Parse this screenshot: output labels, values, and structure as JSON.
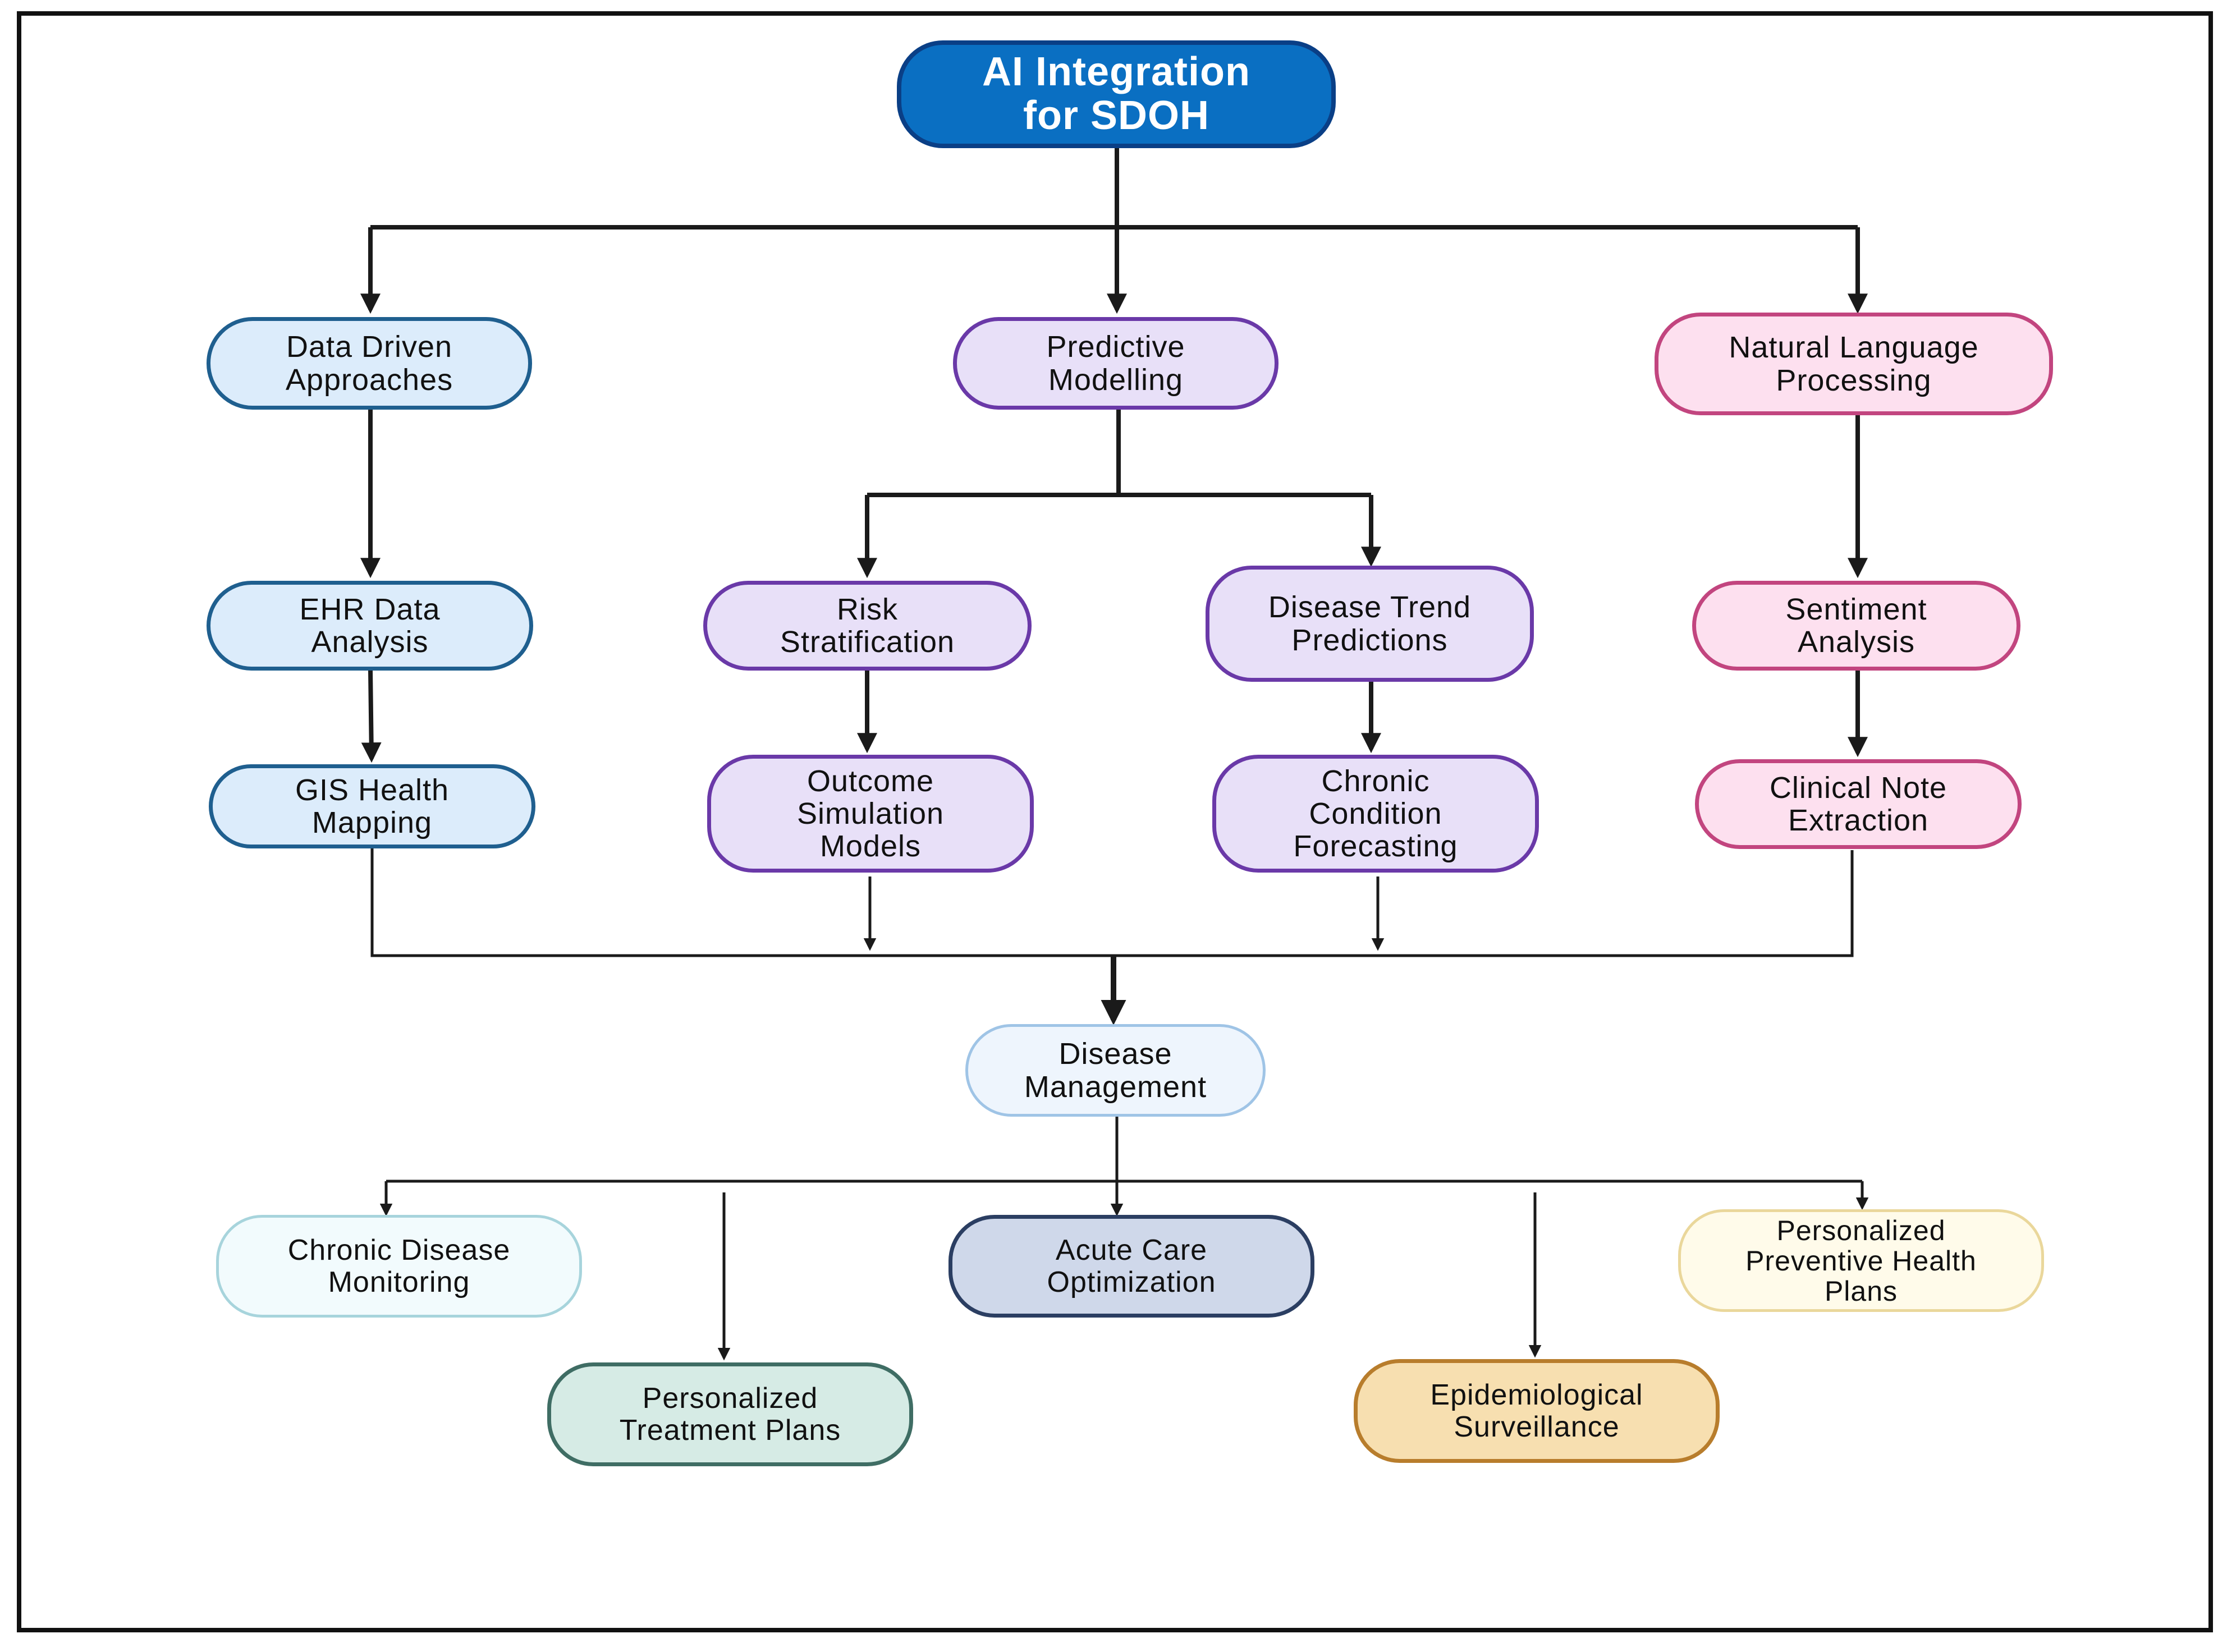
{
  "diagram": {
    "root": "AI Integration\nfor SDOH",
    "branches": {
      "data_driven": {
        "label": "Data Driven\nApproaches",
        "children": [
          "EHR Data\nAnalysis",
          "GIS Health\nMapping"
        ]
      },
      "predictive": {
        "label": "Predictive\nModelling",
        "children": [
          "Risk\nStratification",
          "Outcome\nSimulation\nModels",
          "Disease Trend\nPredictions",
          "Chronic\nCondition\nForecasting"
        ]
      },
      "nlp": {
        "label": "Natural Language\nProcessing",
        "children": [
          "Sentiment\nAnalysis",
          "Clinical Note\nExtraction"
        ]
      }
    },
    "hub": "Disease\nManagement",
    "outcomes": [
      "Chronic Disease\nMonitoring",
      "Personalized\nTreatment Plans",
      "Acute Care\nOptimization",
      "Epidemiological\nSurveillance",
      "Personalized\nPreventive Health\nPlans"
    ]
  },
  "colors": {
    "root": "#0a6fc2",
    "data_driven": "#dcecfb",
    "predictive": "#e8e0f8",
    "nlp": "#fde0ef",
    "hub": "#eef5fd",
    "connector": "#1a1a1a"
  }
}
